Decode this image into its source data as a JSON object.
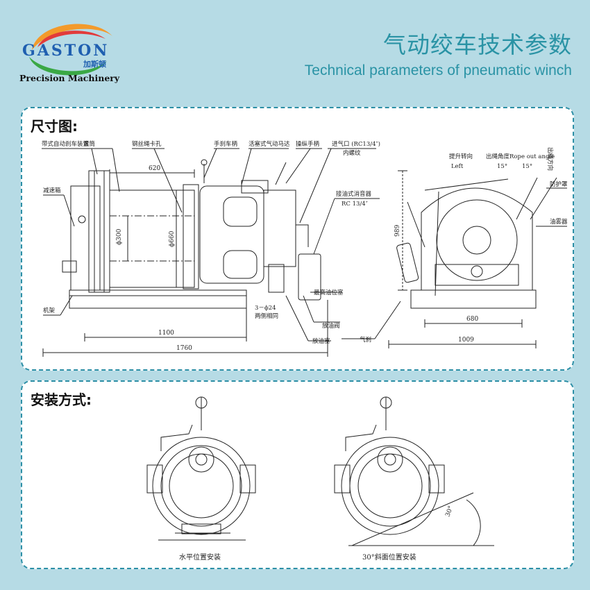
{
  "brand": {
    "logo_text": "GASTON",
    "logo_cn": "加斯顿",
    "logo_tagline": "Precision Machinery"
  },
  "header": {
    "title_cn": "气动绞车技术参数",
    "title_en": "Technical parameters of pneumatic winch"
  },
  "dimension_panel": {
    "title": "尺寸图:",
    "labels": {
      "brake_device": "带式自动刹车装置",
      "drum": "滚筒",
      "rope_clamp": "钢丝绳卡孔",
      "hand_brake": "手刹车柄",
      "piston_motor": "活塞式气动马达",
      "control_handle": "操纵手柄",
      "air_inlet": "进气口 (RC13/4″)",
      "inner_thread": "内螺纹",
      "reducer": "减速箱",
      "muffler": "接油式消音器",
      "muffler_spec": "RC 13/4″",
      "frame": "机架",
      "bolts": "3－ϕ24",
      "bolts_note": "两侧相同",
      "max_oil_plug": "最高油位塞",
      "drain_valve": "放油阀",
      "drain_plug": "放油塞",
      "air_brake": "气刹",
      "lift_direction": "提升转向",
      "lift_left": "Left",
      "rope_angle": "出绳角度Rope out angle",
      "rope_direction": "出绳方向",
      "guard": "防护罩",
      "lubricator": "油雾器",
      "angle_left": "15°",
      "angle_right": "15°"
    },
    "dims": {
      "drum_length": "620",
      "drum_dia": "ϕ300",
      "flange_dia": "ϕ660",
      "height": "989",
      "base_length": "1100",
      "total_length": "1760",
      "side_width": "680",
      "side_total": "1009"
    }
  },
  "install_panel": {
    "title": "安装方式:",
    "caption_horizontal": "水平位置安装",
    "caption_incline": "30°斜面位置安装",
    "incline_angle": "30°"
  },
  "colors": {
    "background": "#b6dbe5",
    "accent": "#2a93a5",
    "panel_border": "#2c8fa6"
  }
}
